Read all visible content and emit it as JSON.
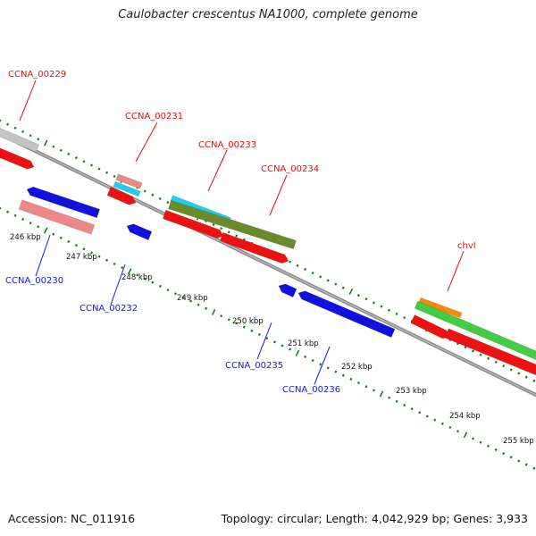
{
  "title": "Caulobacter crescentus NA1000, complete genome",
  "footer": {
    "accession": "Accession: NC_011916",
    "topology": "Topology: circular; Length: 4,042,929 bp; Genes: 3,933"
  },
  "colors": {
    "backbone": "#8a8a8a",
    "tick": "#1a7a1a",
    "label_top": "#dd1111",
    "label_bottom": "#1a1acc",
    "cds_forward": "#ee1111",
    "cds_reverse": "#1111dd",
    "rrna_pink": "#ee8888",
    "grey_feature": "#c4c4c4",
    "cyan_feature": "#22ccee",
    "olive_feature": "#6b8b2a",
    "green_feature": "#44cc44",
    "orange_feature": "#ff8800"
  },
  "scale_labels": [
    {
      "id": "246",
      "text": "246 kbp"
    },
    {
      "id": "247",
      "text": "247 kbp"
    },
    {
      "id": "248",
      "text": "248 kbp"
    },
    {
      "id": "249",
      "text": "249 kbp"
    },
    {
      "id": "250",
      "text": "250 kbp"
    },
    {
      "id": "251",
      "text": "251 kbp"
    },
    {
      "id": "252",
      "text": "252 kbp"
    },
    {
      "id": "253",
      "text": "253 kbp"
    },
    {
      "id": "254",
      "text": "254 kbp"
    },
    {
      "id": "255",
      "text": "255 kbp"
    }
  ],
  "gene_labels_top": [
    {
      "id": "ccna00229",
      "text": "CCNA_00229"
    },
    {
      "id": "ccna00231",
      "text": "CCNA_00231"
    },
    {
      "id": "ccna00233",
      "text": "CCNA_00233"
    },
    {
      "id": "ccna00234",
      "text": "CCNA_00234"
    },
    {
      "id": "chvi",
      "text": "chvI"
    }
  ],
  "gene_labels_bottom": [
    {
      "id": "ccna00230",
      "text": "CCNA_00230"
    },
    {
      "id": "ccna00232",
      "text": "CCNA_00232"
    },
    {
      "id": "ccna00235",
      "text": "CCNA_00235"
    },
    {
      "id": "ccna00236",
      "text": "CCNA_00236"
    }
  ]
}
